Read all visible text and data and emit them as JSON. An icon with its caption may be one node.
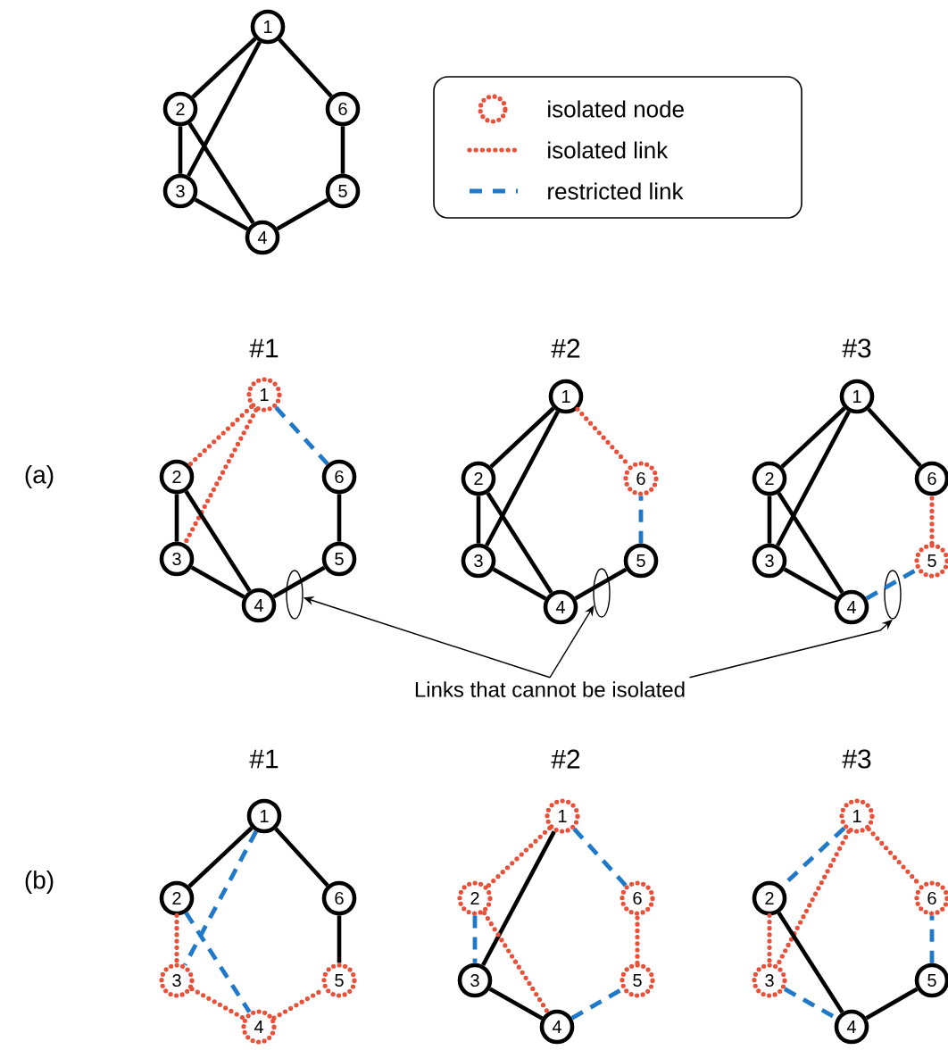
{
  "diagram": {
    "nodes": [
      {
        "text": [
          "1"
        ]
      },
      {
        "text": [
          "2"
        ]
      },
      {
        "text": [
          "6"
        ]
      },
      {
        "text": [
          "3"
        ]
      },
      {
        "text": [
          "5"
        ]
      },
      {
        "text": [
          "4"
        ]
      },
      {
        "text": [
          "1"
        ]
      },
      {
        "text": [
          "2"
        ]
      },
      {
        "text": [
          "6"
        ]
      },
      {
        "text": [
          "3"
        ]
      },
      {
        "text": [
          "5"
        ]
      },
      {
        "text": [
          "4"
        ]
      },
      {
        "text": [
          "1"
        ]
      },
      {
        "text": [
          "2"
        ]
      },
      {
        "text": [
          "6"
        ]
      },
      {
        "text": [
          "3"
        ]
      },
      {
        "text": [
          "5"
        ]
      },
      {
        "text": [
          "4"
        ]
      },
      {
        "text": [
          "1"
        ]
      },
      {
        "text": [
          "2"
        ]
      },
      {
        "text": [
          "6"
        ]
      },
      {
        "text": [
          "3"
        ]
      },
      {
        "text": [
          "5"
        ]
      },
      {
        "text": [
          "4"
        ]
      },
      {
        "text": [],
        "shape": "ellipse"
      },
      {
        "text": [],
        "shape": "ellipse"
      },
      {
        "text": [],
        "shape": "ellipse"
      },
      {
        "text": [
          "Links that cannot be isolated"
        ]
      },
      {
        "text": [
          "1"
        ]
      },
      {
        "text": [
          "2"
        ]
      },
      {
        "text": [
          "6"
        ]
      },
      {
        "text": [
          "3"
        ]
      },
      {
        "text": [
          "5"
        ]
      },
      {
        "text": [
          "4"
        ]
      },
      {
        "text": [
          "1"
        ]
      },
      {
        "text": [
          "2"
        ]
      },
      {
        "text": [
          "6"
        ]
      },
      {
        "text": [
          "3"
        ]
      },
      {
        "text": [
          "5"
        ]
      },
      {
        "text": [
          "4"
        ]
      },
      {
        "text": [
          "1"
        ]
      },
      {
        "text": [
          "2"
        ]
      },
      {
        "text": [
          "6"
        ]
      },
      {
        "text": [
          "3"
        ]
      },
      {
        "text": [
          "5"
        ]
      },
      {
        "text": [
          "4"
        ]
      }
    ],
    "edges": [
      {
        "from": 0,
        "to": 1,
        "arrow": "none"
      },
      {
        "from": 0,
        "to": 3,
        "arrow": "none"
      },
      {
        "from": 0,
        "to": 2,
        "arrow": "none"
      },
      {
        "from": 1,
        "to": 3,
        "arrow": "none"
      },
      {
        "from": 1,
        "to": 5,
        "arrow": "none"
      },
      {
        "from": 3,
        "to": 5,
        "arrow": "none"
      },
      {
        "from": 5,
        "to": 4,
        "arrow": "none"
      },
      {
        "from": 4,
        "to": 2,
        "arrow": "none"
      },
      {
        "from": 6,
        "to": 7,
        "arrow": "none",
        "style": "dashed",
        "color": "#e8503a"
      },
      {
        "from": 6,
        "to": 9,
        "arrow": "none",
        "style": "dashed",
        "color": "#e8503a"
      },
      {
        "from": 6,
        "to": 8,
        "arrow": "none",
        "style": "dashed",
        "color": "#1f78c8"
      },
      {
        "from": 7,
        "to": 9,
        "arrow": "none"
      },
      {
        "from": 7,
        "to": 11,
        "arrow": "none"
      },
      {
        "from": 9,
        "to": 11,
        "arrow": "none"
      },
      {
        "from": 11,
        "to": 10,
        "arrow": "none"
      },
      {
        "from": 10,
        "to": 8,
        "arrow": "none"
      },
      {
        "from": 12,
        "to": 13,
        "arrow": "none"
      },
      {
        "from": 12,
        "to": 15,
        "arrow": "none"
      },
      {
        "from": 12,
        "to": 14,
        "arrow": "none",
        "style": "dashed",
        "color": "#e8503a"
      },
      {
        "from": 13,
        "to": 15,
        "arrow": "none"
      },
      {
        "from": 13,
        "to": 17,
        "arrow": "none"
      },
      {
        "from": 15,
        "to": 17,
        "arrow": "none"
      },
      {
        "from": 17,
        "to": 16,
        "arrow": "none"
      },
      {
        "from": 16,
        "to": 14,
        "arrow": "none",
        "style": "dashed",
        "color": "#1f78c8"
      },
      {
        "from": 18,
        "to": 19,
        "arrow": "none"
      },
      {
        "from": 18,
        "to": 21,
        "arrow": "none"
      },
      {
        "from": 18,
        "to": 20,
        "arrow": "none"
      },
      {
        "from": 19,
        "to": 21,
        "arrow": "none"
      },
      {
        "from": 19,
        "to": 23,
        "arrow": "none"
      },
      {
        "from": 21,
        "to": 23,
        "arrow": "none"
      },
      {
        "from": 23,
        "to": 22,
        "arrow": "none",
        "style": "dashed",
        "color": "#1f78c8"
      },
      {
        "from": 22,
        "to": 20,
        "arrow": "none",
        "style": "dashed",
        "color": "#e8503a"
      },
      {
        "from": 27,
        "to": 24,
        "arrow": "to"
      },
      {
        "from": 27,
        "to": 25,
        "arrow": "to"
      },
      {
        "from": 27,
        "to": 26,
        "arrow": "to"
      },
      {
        "from": 28,
        "to": 29,
        "arrow": "none"
      },
      {
        "from": 28,
        "to": 31,
        "arrow": "none",
        "style": "dashed",
        "color": "#1f78c8"
      },
      {
        "from": 28,
        "to": 30,
        "arrow": "none"
      },
      {
        "from": 29,
        "to": 31,
        "arrow": "none",
        "style": "dashed",
        "color": "#e8503a"
      },
      {
        "from": 29,
        "to": 33,
        "arrow": "none",
        "style": "dashed",
        "color": "#1f78c8"
      },
      {
        "from": 31,
        "to": 33,
        "arrow": "none",
        "style": "dashed",
        "color": "#e8503a"
      },
      {
        "from": 33,
        "to": 32,
        "arrow": "none",
        "style": "dashed",
        "color": "#e8503a"
      },
      {
        "from": 32,
        "to": 30,
        "arrow": "none"
      },
      {
        "from": 34,
        "to": 35,
        "arrow": "none",
        "style": "dashed",
        "color": "#e8503a"
      },
      {
        "from": 34,
        "to": 37,
        "arrow": "none"
      },
      {
        "from": 34,
        "to": 36,
        "arrow": "none",
        "style": "dashed",
        "color": "#1f78c8"
      },
      {
        "from": 35,
        "to": 37,
        "arrow": "none",
        "style": "dashed",
        "color": "#1f78c8"
      },
      {
        "from": 35,
        "to": 39,
        "arrow": "none",
        "style": "dashed",
        "color": "#e8503a"
      },
      {
        "from": 37,
        "to": 39,
        "arrow": "none"
      },
      {
        "from": 39,
        "to": 38,
        "arrow": "none",
        "style": "dashed",
        "color": "#1f78c8"
      },
      {
        "from": 38,
        "to": 36,
        "arrow": "none",
        "style": "dashed",
        "color": "#e8503a"
      },
      {
        "from": 40,
        "to": 41,
        "arrow": "none",
        "style": "dashed",
        "color": "#1f78c8"
      },
      {
        "from": 40,
        "to": 43,
        "arrow": "none",
        "style": "dashed",
        "color": "#e8503a"
      },
      {
        "from": 40,
        "to": 42,
        "arrow": "none",
        "style": "dashed",
        "color": "#e8503a"
      },
      {
        "from": 41,
        "to": 43,
        "arrow": "none",
        "style": "dashed",
        "color": "#e8503a"
      },
      {
        "from": 41,
        "to": 45,
        "arrow": "none"
      },
      {
        "from": 43,
        "to": 45,
        "arrow": "none",
        "style": "dashed",
        "color": "#1f78c8"
      },
      {
        "from": 45,
        "to": 44,
        "arrow": "none"
      },
      {
        "from": 44,
        "to": 42,
        "arrow": "none",
        "style": "dashed",
        "color": "#1f78c8"
      }
    ],
    "labels": [
      "#1",
      "#2",
      "#3",
      "(a)",
      "#1",
      "#2",
      "#3",
      "(b)"
    ],
    "legend": [
      {
        "text": "isolated node"
      },
      {
        "text": "isolated link"
      },
      {
        "text": "restricted link"
      }
    ]
  }
}
